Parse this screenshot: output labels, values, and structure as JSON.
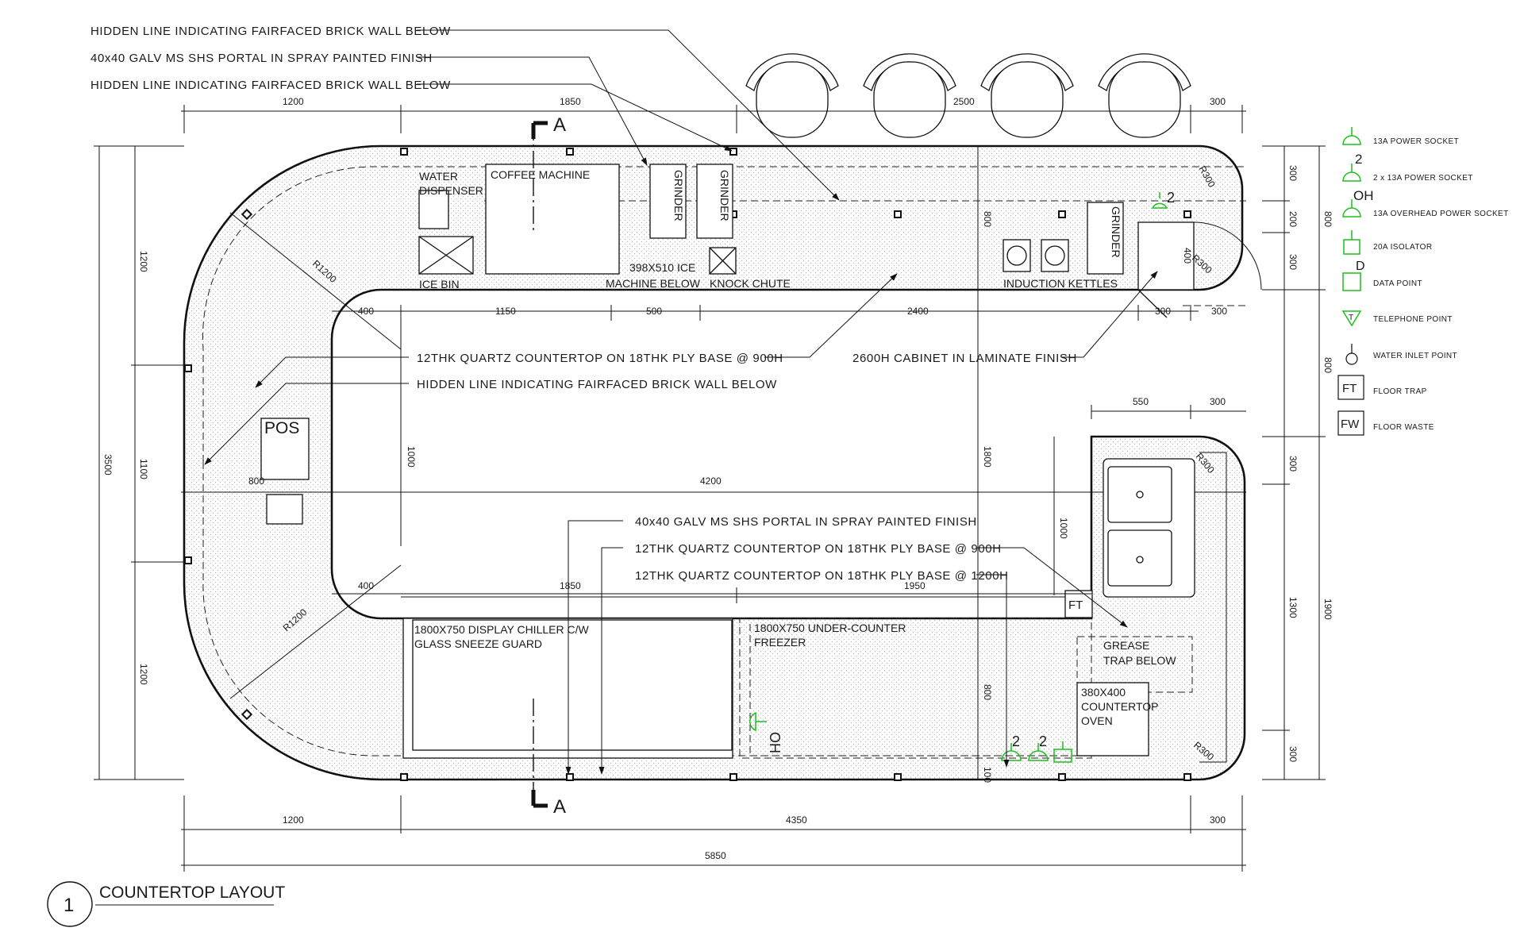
{
  "plan_title": {
    "number": "1",
    "title": "COUNTERTOP LAYOUT"
  },
  "section_marks": [
    "A",
    "A"
  ],
  "notes": {
    "top_1": "HIDDEN LINE INDICATING FAIRFACED BRICK WALL BELOW",
    "top_2": "40x40 GALV MS SHS PORTAL IN SPRAY PAINTED FINISH",
    "top_3": "HIDDEN LINE INDICATING FAIRFACED BRICK WALL BELOW",
    "mid_1": "12THK QUARTZ COUNTERTOP ON 18THK PLY BASE @ 900H",
    "mid_2": "HIDDEN LINE INDICATING FAIRFACED BRICK WALL BELOW",
    "mid_3": "2600H CABINET IN LAMINATE FINISH",
    "low_1": "40x40 GALV MS SHS PORTAL IN SPRAY PAINTED FINISH",
    "low_2": "12THK QUARTZ COUNTERTOP ON 18THK PLY BASE @ 900H",
    "low_3": "12THK QUARTZ COUNTERTOP ON 18THK PLY BASE @ 1200H"
  },
  "equipment": {
    "water_dispenser_1": "WATER",
    "water_dispenser_2": "DISPENSER",
    "coffee_machine": "COFFEE MACHINE",
    "grinder": "GRINDER",
    "ice_bin": "ICE BIN",
    "ice_machine_1": "398X510 ICE",
    "ice_machine_2": "MACHINE BELOW",
    "knock_chute": "KNOCK CHUTE",
    "induction_kettles": "INDUCTION KETTLES",
    "pos": "POS",
    "display_chiller_1": "1800X750 DISPLAY CHILLER C/W",
    "display_chiller_2": "GLASS SNEEZE GUARD",
    "freezer_1": "1800X750 UNDER-COUNTER",
    "freezer_2": "FREEZER",
    "grease_trap_1": "GREASE",
    "grease_trap_2": "TRAP BELOW",
    "oven_1": "380X400",
    "oven_2": "COUNTERTOP",
    "oven_3": "OVEN",
    "ft_tag": "FT"
  },
  "dimensions": {
    "top_1200": "1200",
    "top_1850": "1850",
    "top_2500": "2500",
    "top_300": "300",
    "inner_400a": "400",
    "inner_1150": "1150",
    "inner_500": "500",
    "inner_2400": "2400",
    "inner_300a": "300",
    "inner_300b": "300",
    "mid_800": "800",
    "mid_4200": "4200",
    "mid_1000a": "1000",
    "mid_1800": "1800",
    "mid_1000b": "1000",
    "mid_800b": "800",
    "mid_800c": "800",
    "low_400": "400",
    "low_1850": "1850",
    "low_1950": "1950",
    "bot_1200": "1200",
    "bot_4350": "4350",
    "bot_300": "300",
    "bot_5850": "5850",
    "left_1200a": "1200",
    "left_1100": "1100",
    "left_1200b": "1200",
    "left_3500": "3500",
    "r_300a": "300",
    "r_200": "200",
    "r_300b": "300",
    "r_800a": "800",
    "r_800b": "800",
    "r_300c": "300",
    "r_1300": "1300",
    "r_300d": "300",
    "r_1900": "1900",
    "sink_550": "550",
    "sink_300": "300",
    "small_100": "100",
    "small_400": "400",
    "radius_1200a": "R1200",
    "radius_1200b": "R1200",
    "radius_300a": "R300",
    "radius_300b": "R300",
    "radius_300c": "R300",
    "radius_300d": "R300"
  },
  "outlet_marks": {
    "two_a": "2",
    "two_b": "2",
    "two_c": "2",
    "oh": "OH"
  },
  "legend": {
    "items": [
      {
        "label": "13A POWER SOCKET",
        "icon": "socket-icon"
      },
      {
        "label": "2 x 13A POWER SOCKET",
        "icon": "double-socket-icon",
        "mark": "2"
      },
      {
        "label": "13A OVERHEAD POWER SOCKET",
        "icon": "overhead-socket-icon",
        "mark": "OH"
      },
      {
        "label": "20A ISOLATOR",
        "icon": "isolator-icon"
      },
      {
        "label": "DATA POINT",
        "icon": "data-point-icon",
        "mark": "D"
      },
      {
        "label": "TELEPHONE POINT",
        "icon": "telephone-point-icon",
        "mark": "T"
      },
      {
        "label": "WATER INLET POINT",
        "icon": "water-inlet-icon"
      },
      {
        "label": "FLOOR TRAP",
        "icon": "floor-trap-icon",
        "mark": "FT"
      },
      {
        "label": "FLOOR WASTE",
        "icon": "floor-waste-icon",
        "mark": "FW"
      }
    ]
  },
  "colors": {
    "line": "#111111",
    "services": "#1fbf1f",
    "counter_hatch": "#bcbcbc",
    "background": "#ffffff"
  }
}
